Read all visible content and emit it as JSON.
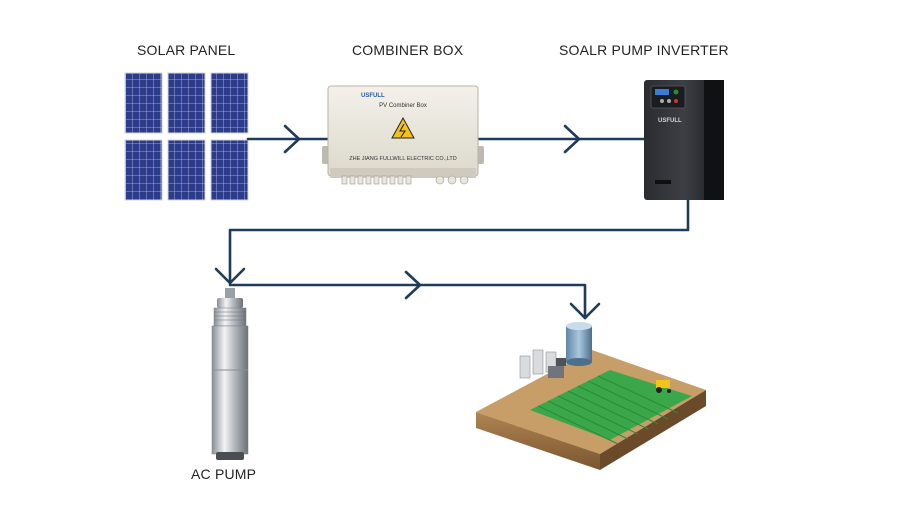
{
  "labels": {
    "solar_panel": "SOLAR PANEL",
    "combiner_box": "COMBINER BOX",
    "inverter": "SOALR PUMP INVERTER",
    "ac_pump": "AC PUMP"
  },
  "combiner_box": {
    "brand": "USFULL",
    "title": "PV Combiner Box",
    "maker": "ZHE JIANG FULLWILL ELECTRIC CO.,LTD"
  },
  "inverter": {
    "brand": "USFULL"
  },
  "colors": {
    "flow_line": "#1f3a5a",
    "panel_cell": "#2b3a86",
    "field_green": "#3aa84a"
  }
}
